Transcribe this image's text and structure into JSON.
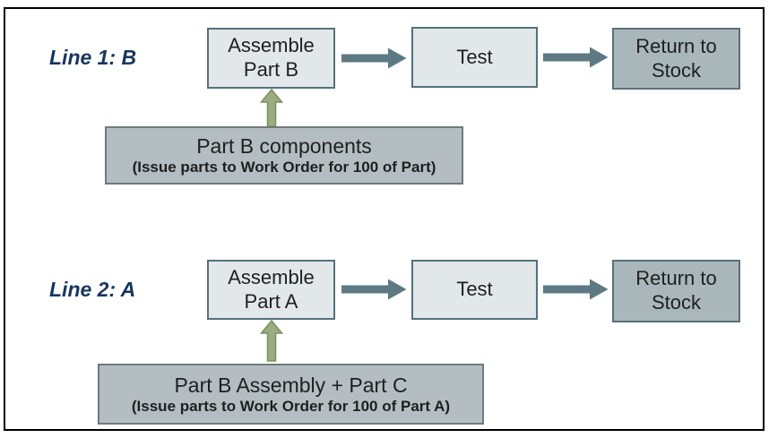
{
  "colors": {
    "frame_border": "#000000",
    "light_box_fill": "#e2e7e9",
    "light_box_border": "#54717e",
    "medium_box_fill": "#b4bec2",
    "medium_box_border": "#6e7a7e",
    "dark_box_fill": "#a9b7bb",
    "dark_box_border": "#5a7079",
    "flow_arrow": "#5d7983",
    "feed_arrow_fill": "#9aad80",
    "feed_arrow_border": "#7b9059",
    "line_label_color": "#17365d",
    "box_text_color": "#1f1f1f"
  },
  "lines": [
    {
      "label": "Line 1: B",
      "assemble_line1": "Assemble",
      "assemble_line2": "Part B",
      "test_label": "Test",
      "return_line1": "Return to",
      "return_line2": "Stock",
      "components_title": "Part B components",
      "components_subtitle": "(Issue parts to Work Order for 100 of Part)"
    },
    {
      "label": "Line 2: A",
      "assemble_line1": "Assemble",
      "assemble_line2": "Part A",
      "test_label": "Test",
      "return_line1": "Return to",
      "return_line2": "Stock",
      "components_title": "Part B Assembly + Part C",
      "components_subtitle": "(Issue parts to Work Order for 100 of Part A)"
    }
  ]
}
